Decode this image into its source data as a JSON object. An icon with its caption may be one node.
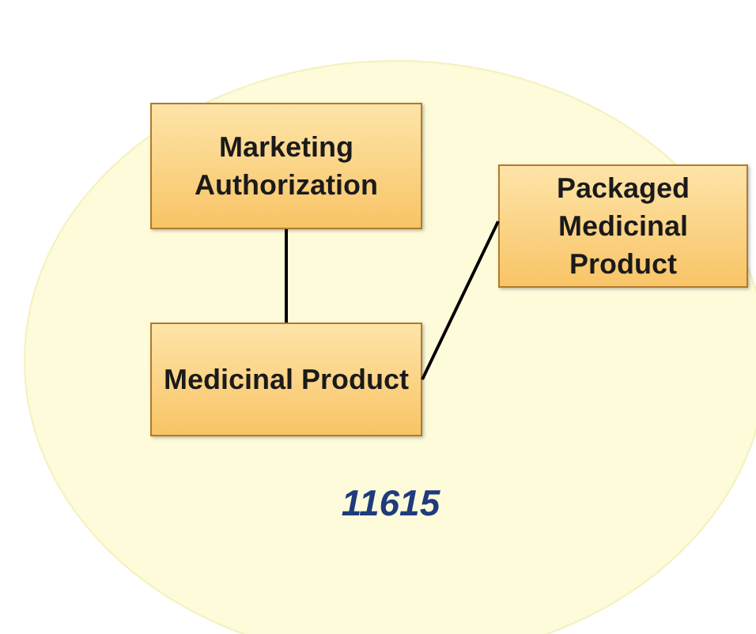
{
  "diagram": {
    "nodes": [
      {
        "text": [
          "11615"
        ]
      },
      {
        "text": [
          "Marketing Authorization"
        ],
        "in": 0
      },
      {
        "text": [
          "Packaged Medicinal Product"
        ],
        "in": 0
      },
      {
        "text": [
          "Medicinal Product"
        ],
        "in": 0
      }
    ],
    "edges": [
      {
        "from": 1,
        "to": 3,
        "arrow": "none"
      },
      {
        "from": 3,
        "to": 2,
        "arrow": "none"
      }
    ]
  }
}
